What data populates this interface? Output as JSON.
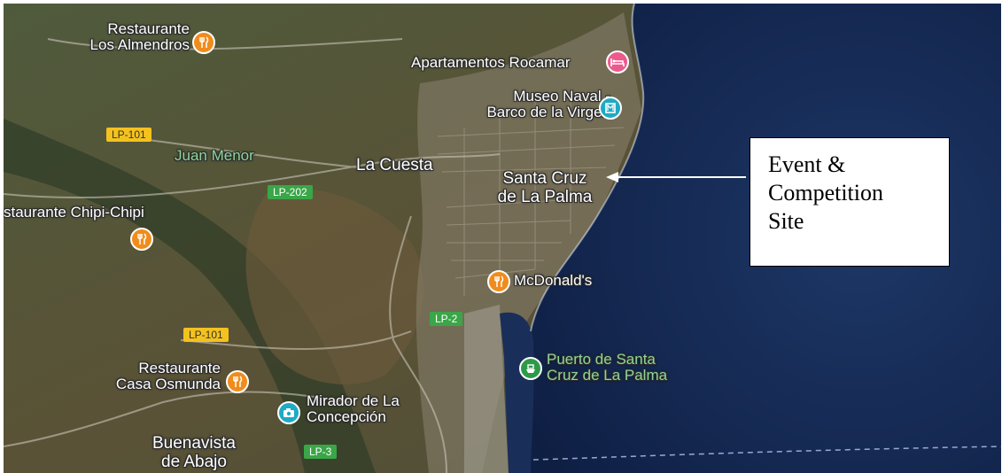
{
  "map": {
    "places": {
      "restaurante_los_almendros": [
        "Restaurante",
        "Los Almendros"
      ],
      "apartamentos_rocamar": "Apartamentos Rocamar",
      "museo_naval": [
        "Museo Naval -",
        "Barco de la Virgen"
      ],
      "juan_menor": "Juan Menor",
      "la_cuesta": "La Cuesta",
      "santa_cruz": [
        "Santa Cruz",
        "de La Palma"
      ],
      "restaurante_chipi_chipi": "staurante Chipi-Chipi",
      "mcdonalds": "McDonald's",
      "puerto": [
        "Puerto de Santa",
        "Cruz de La Palma"
      ],
      "restaurante_casa_osmunda": [
        "Restaurante",
        "Casa Osmunda"
      ],
      "mirador": [
        "Mirador de La",
        "Concepción"
      ],
      "buenavista": [
        "Buenavista",
        "de Abajo"
      ]
    },
    "roads": {
      "lp101_top": "LP-101",
      "lp202": "LP-202",
      "lp2": "LP-2",
      "lp101_bottom": "LP-101",
      "lp3": "LP-3"
    },
    "icons": {
      "restaurant": "fork-knife-icon",
      "hotel": "bed-icon",
      "museum": "museum-icon",
      "viewpoint": "camera-icon",
      "port": "ferry-icon"
    },
    "colors": {
      "restaurant": "#f08c1c",
      "hotel": "#ec5a8c",
      "museum": "#1eaac4",
      "viewpoint": "#1eaac4",
      "port": "#2e9a49",
      "road_yellow": "#f4c21e",
      "road_green": "#3aa648",
      "sea": "#1a2e5a"
    }
  },
  "callout": {
    "lines": [
      "Event &",
      "Competition",
      "Site"
    ]
  }
}
